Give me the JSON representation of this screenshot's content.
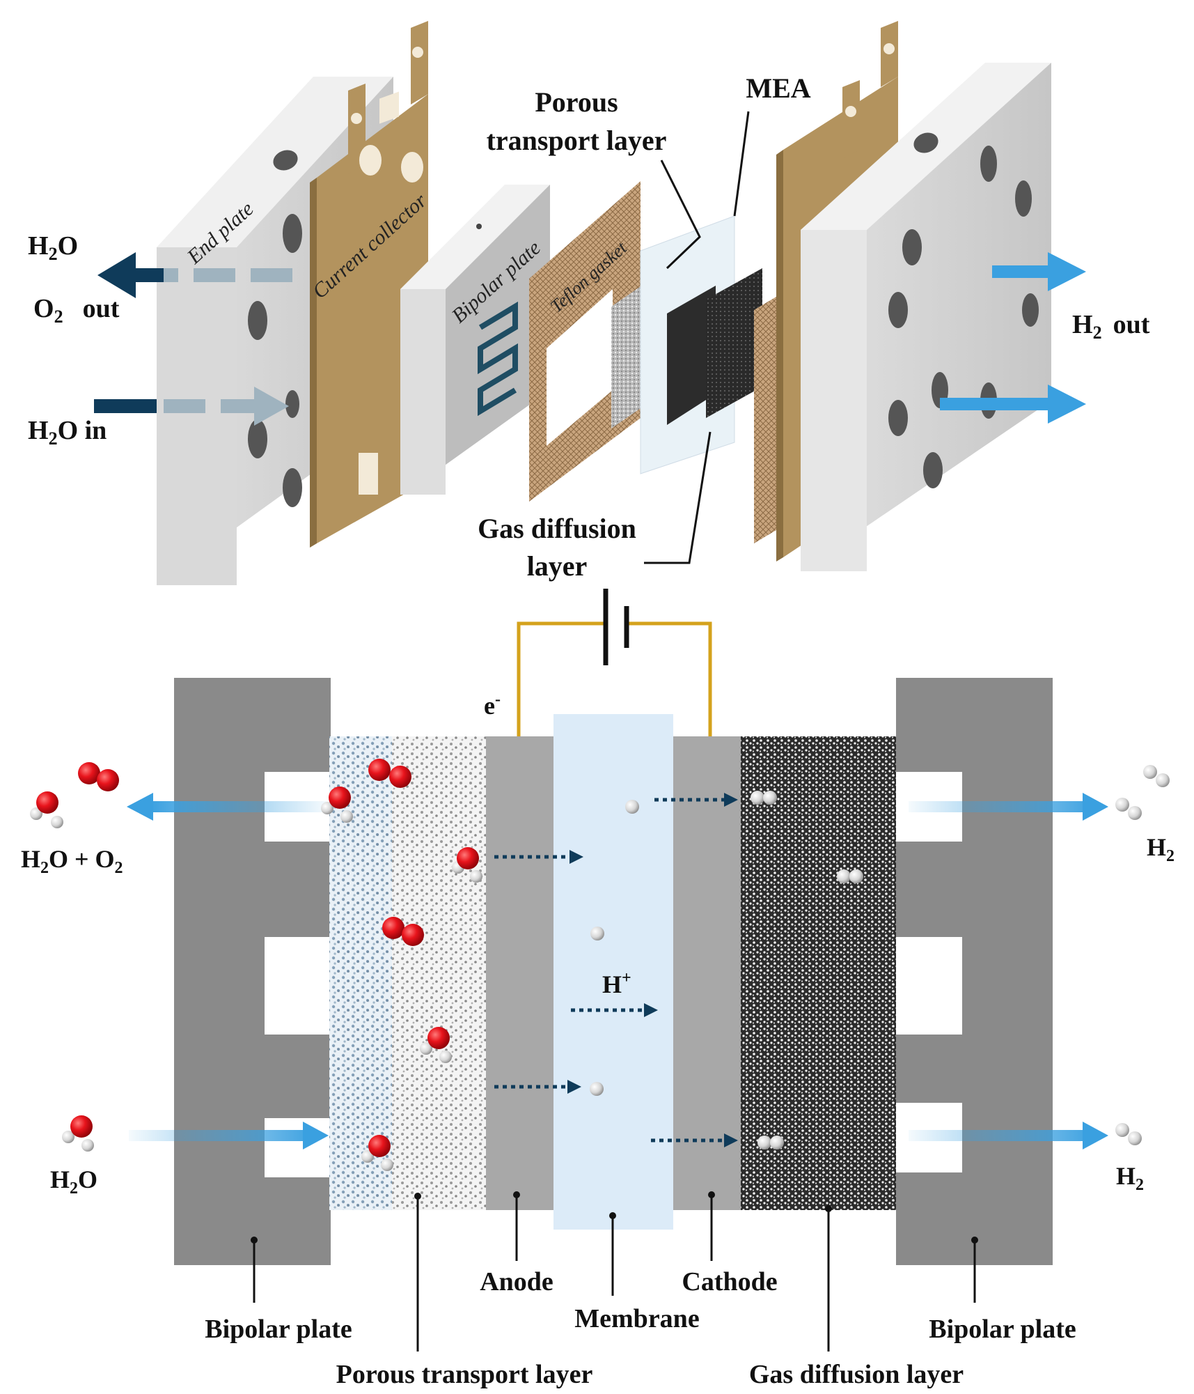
{
  "top": {
    "labels": {
      "porous_1": "Porous",
      "porous_2": "transport layer",
      "mea": "MEA",
      "gdl_1": "Gas diffusion",
      "gdl_2": "layer"
    },
    "plate_labels": {
      "end_plate": "End plate",
      "current_collector": "Current collector",
      "bipolar_plate": "Bipolar plate",
      "teflon_gasket": "Teflon gasket"
    },
    "flows": {
      "h2o_out": "H",
      "h2o_out_sub": "2",
      "h2o_out_tail": "O",
      "o2_out": "O",
      "o2_out_sub": "2",
      "o2_out_tail": "out",
      "h2o_in": "H",
      "h2o_in_sub": "2",
      "h2o_in_tail": "O in",
      "h2_out": "H",
      "h2_out_sub": "2",
      "h2_out_tail": "out"
    }
  },
  "bottom": {
    "electron": "e",
    "electron_sup": "-",
    "proton": "H",
    "proton_sup": "+",
    "flows": {
      "out_left": "H",
      "out_left_sub": "2",
      "out_left_mid": "O + O",
      "out_left_sub2": "2",
      "in_left": "H",
      "in_left_sub": "2",
      "in_left_tail": "O",
      "out_right_top": "H",
      "out_right_top_sub": "2",
      "out_right_bottom": "H",
      "out_right_bottom_sub": "2"
    },
    "callouts": {
      "bipolar_left": "Bipolar plate",
      "ptl": "Porous transport layer",
      "anode": "Anode",
      "membrane": "Membrane",
      "cathode": "Cathode",
      "gdl": "Gas diffusion layer",
      "bipolar_right": "Bipolar plate"
    }
  },
  "colors": {
    "oxygen_atom": "#e8141c",
    "hydrogen_atom": "#d8d8d8",
    "flow_arrow": "#3aa0e0",
    "dark_arrow": "#0f3b5a",
    "wire": "#d4a21c",
    "bipolar": "#8a8a8a",
    "electrode": "#a8a8a8",
    "membrane": "#dcebf8",
    "collector": "#b3935e"
  }
}
